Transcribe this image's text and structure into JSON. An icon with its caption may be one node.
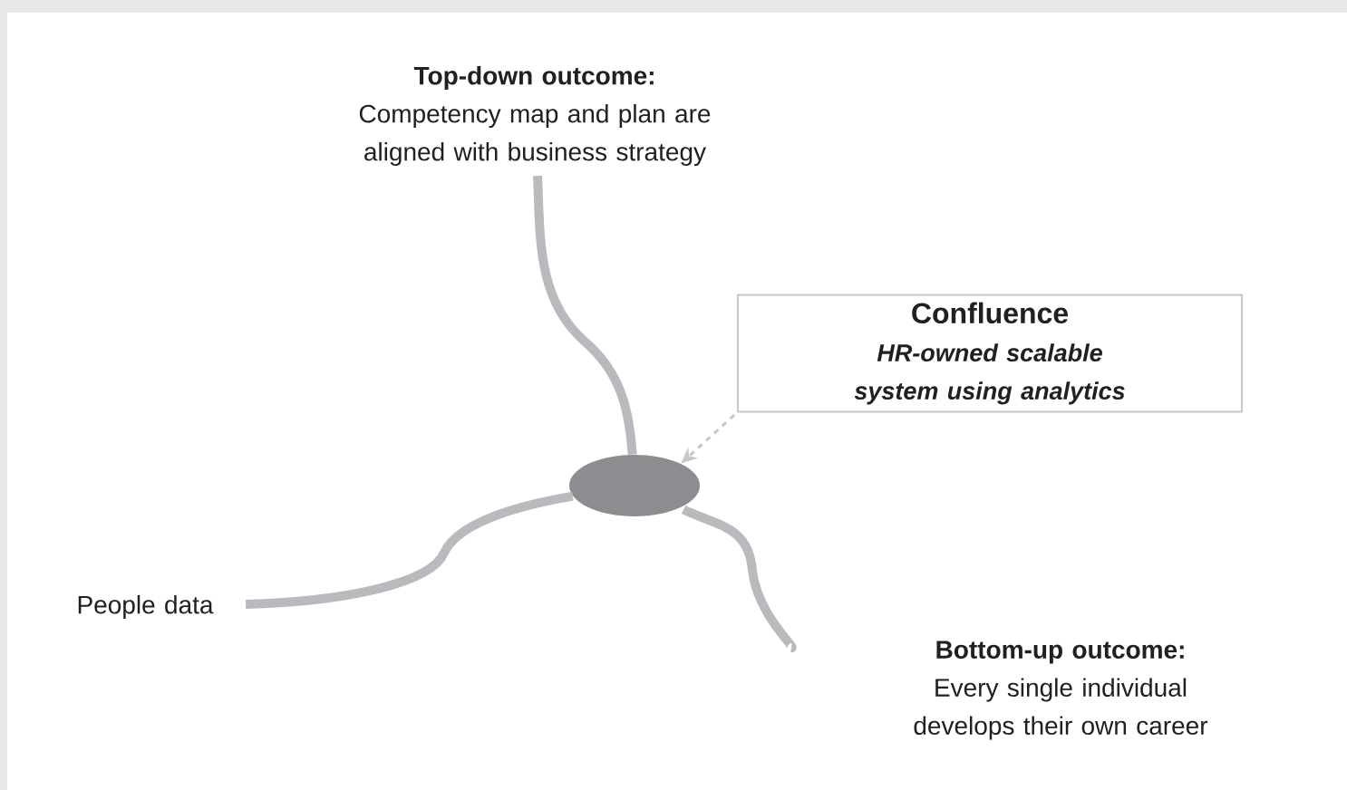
{
  "diagram": {
    "nodes": [
      {
        "text": [
          "Top-down outcome:",
          "Competency map and plan are aligned with business strategy"
        ]
      },
      {
        "text": [
          "Confluence",
          "HR-owned scalable system using analytics"
        ]
      },
      {
        "text": [],
        "shape": "ellipse"
      },
      {
        "text": [
          "People data"
        ]
      },
      {
        "text": [
          "Bottom-up outcome:",
          "Every single individual develops their own career"
        ]
      }
    ],
    "edges": [
      {
        "from": 0,
        "to": 2,
        "arrow": "none"
      },
      {
        "from": 3,
        "to": 2,
        "arrow": "none"
      },
      {
        "from": 2,
        "to": 4,
        "arrow": "none"
      },
      {
        "from": 1,
        "to": 2,
        "arrow": "to",
        "style": "dashed",
        "color": "#c8c8c8"
      }
    ]
  }
}
